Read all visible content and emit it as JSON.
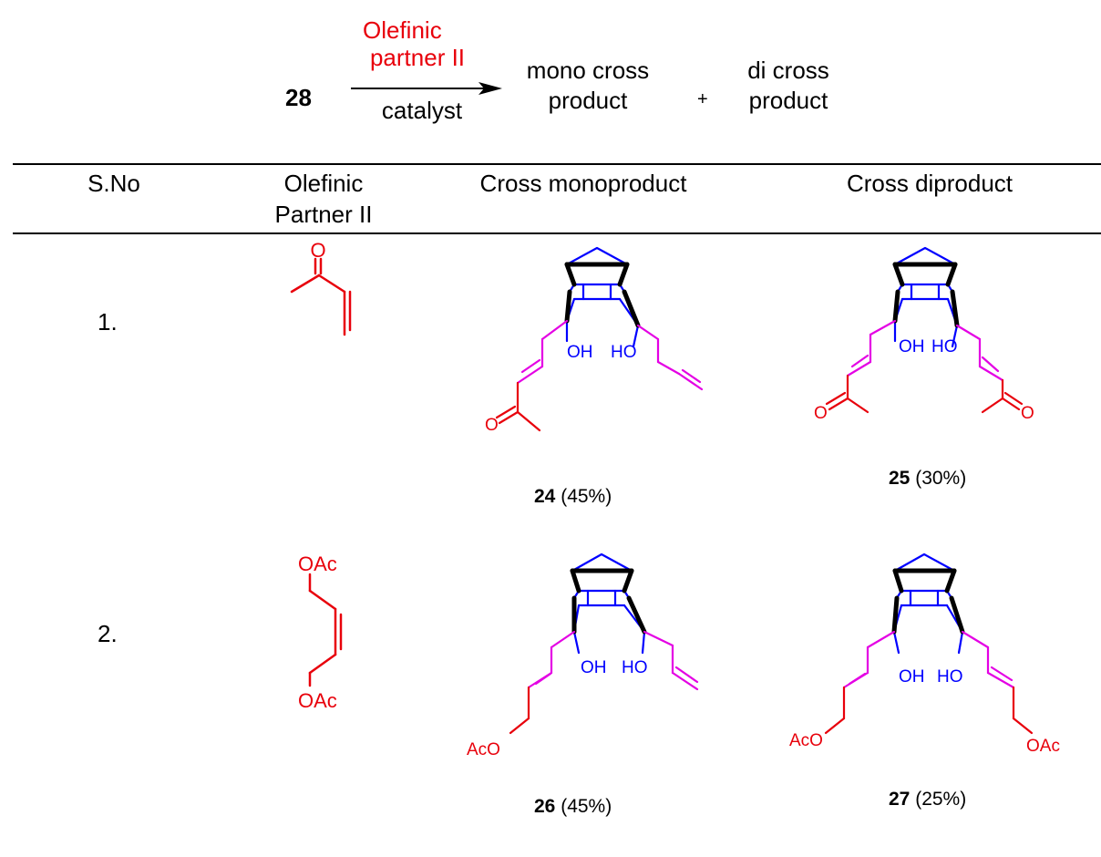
{
  "scheme": {
    "reactant": "28",
    "reagent_line1": "Olefinic",
    "reagent_line2": "partner II",
    "catalyst": "catalyst",
    "mono_line1": "mono cross",
    "mono_line2": "product",
    "plus": "+",
    "di_line1": "di cross",
    "di_line2": "product"
  },
  "table": {
    "headers": {
      "sno": "S.No",
      "partner_line1": "Olefinic",
      "partner_line2": "Partner II",
      "mono": "Cross monoproduct",
      "di": "Cross diproduct"
    },
    "rows": [
      {
        "sno": "1.",
        "partner_atoms": {
          "o": "O"
        },
        "mono": {
          "number": "24",
          "yield": "(45%)",
          "oh_left": "OH",
          "oh_right": "HO",
          "ketone_o": "O"
        },
        "di": {
          "number": "25",
          "yield": "(30%)",
          "oh_left": "OH",
          "oh_right": "HO",
          "ketone_o_left": "O",
          "ketone_o_right": "O"
        }
      },
      {
        "sno": "2.",
        "partner_atoms": {
          "top": "OAc",
          "bottom": "OAc"
        },
        "mono": {
          "number": "26",
          "yield": "(45%)",
          "oh_left": "OH",
          "oh_right": "HO",
          "acetate": "AcO"
        },
        "di": {
          "number": "27",
          "yield": "(25%)",
          "oh_left": "OH",
          "oh_right": "HO",
          "acetate_left": "AcO",
          "acetate_right": "OAc"
        }
      }
    ]
  },
  "colors": {
    "cage": "#0000ff",
    "linker": "#e400e4",
    "partner": "#e8000b",
    "bold_bonds": "#000000"
  }
}
